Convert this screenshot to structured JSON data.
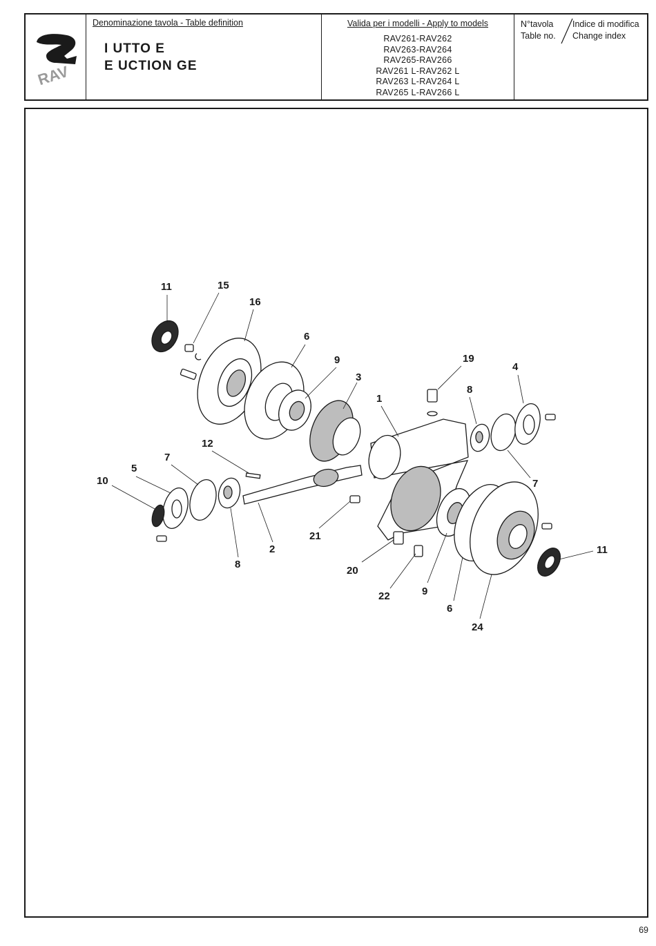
{
  "header": {
    "definition_label": "Denominazione tavola - Table definition",
    "title_line1": "I UTTO E",
    "title_line2": "E UCTION GE",
    "models_label": "Valida per i modelli - Apply to models",
    "models": [
      "RAV261-RAV262",
      "RAV263-RAV264",
      "RAV265-RAV266",
      "RAV261 L-RAV262 L",
      "RAV263 L-RAV264 L",
      "RAV265 L-RAV266 L"
    ],
    "table_no_it": "N°tavola",
    "table_no_en": "Table no.",
    "change_index_it": "Indice di modifica",
    "change_index_en": "Change index",
    "logo_text": "RAV"
  },
  "callouts": {
    "c11a": "11",
    "c15": "15",
    "c16": "16",
    "c6a": "6",
    "c9a": "9",
    "c19": "19",
    "c3": "3",
    "c1": "1",
    "c8a": "8",
    "c4": "4",
    "c12": "12",
    "c7a": "7",
    "c5": "5",
    "c10": "10",
    "c7b": "7",
    "c2": "2",
    "c8b": "8",
    "c21": "21",
    "c20": "20",
    "c22": "22",
    "c9b": "9",
    "c6b": "6",
    "c24": "24",
    "c11b": "11"
  },
  "page_number": "69"
}
